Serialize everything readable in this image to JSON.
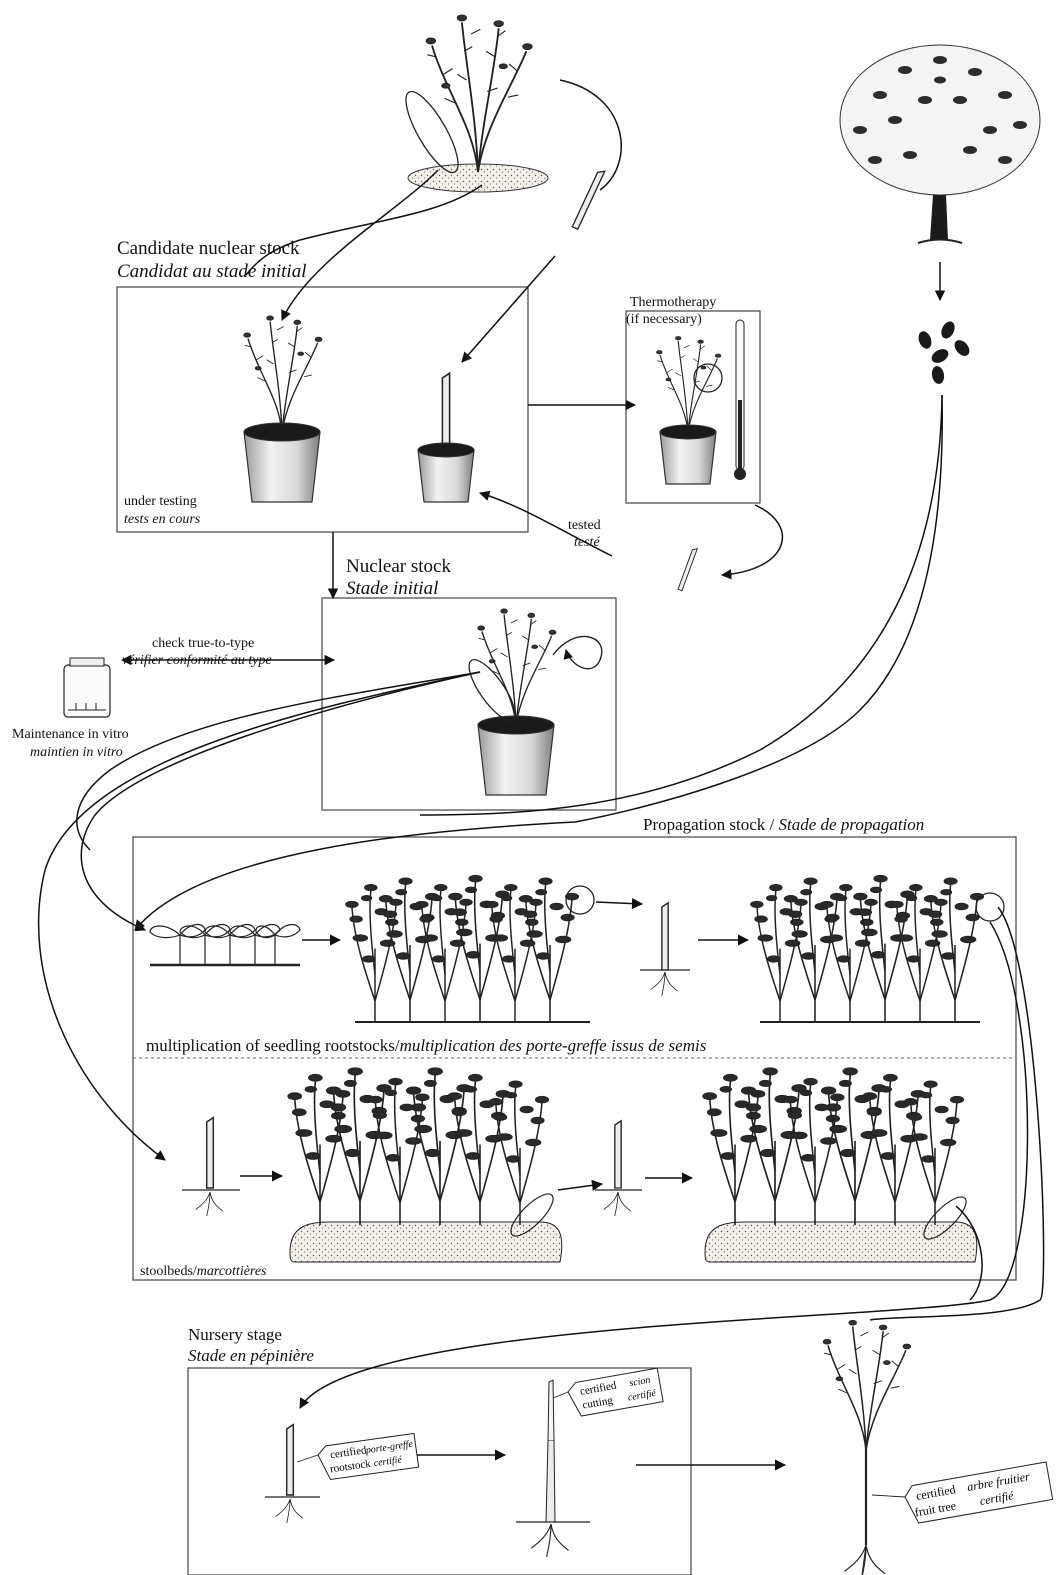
{
  "stages": {
    "candidate": {
      "title": "Candidate nuclear stock",
      "title_fr": "Candidat au stade initial",
      "status": "under testing",
      "status_fr": "tests en cours"
    },
    "thermotherapy": {
      "title": "Thermotherapy",
      "note": "(if necessary)"
    },
    "tested": {
      "label": "tested",
      "label_fr": "testé"
    },
    "nuclear": {
      "title": "Nuclear stock",
      "title_fr": "Stade initial"
    },
    "check": {
      "label": "check true-to-type",
      "label_fr": "vérifier conformité au type"
    },
    "invitro": {
      "label": "Maintenance in vitro",
      "label_fr": "maintien in vitro"
    },
    "propagation": {
      "title": "Propagation stock / ",
      "title_fr": "Stade de propagation"
    },
    "seedling": {
      "label": "multiplication of seedling rootstocks/",
      "label_fr": "multiplication des porte-greffe issus de semis"
    },
    "stoolbeds": {
      "label": "stoolbeds/",
      "label_fr": "marcottières"
    },
    "nursery": {
      "title": "Nursery stage",
      "title_fr": "Stade en pépinière"
    }
  },
  "tags": {
    "rootstock": {
      "en1": "certified",
      "en2": "rootstock",
      "fr1": "porte-greffe",
      "fr2": "certifié"
    },
    "scion": {
      "en1": "certified",
      "en2": "cutting",
      "fr1": "scion",
      "fr2": "certifié"
    },
    "tree": {
      "en1": "certified",
      "en2": "fruit tree",
      "fr1": "arbre fruitier",
      "fr2": "certifié"
    }
  }
}
